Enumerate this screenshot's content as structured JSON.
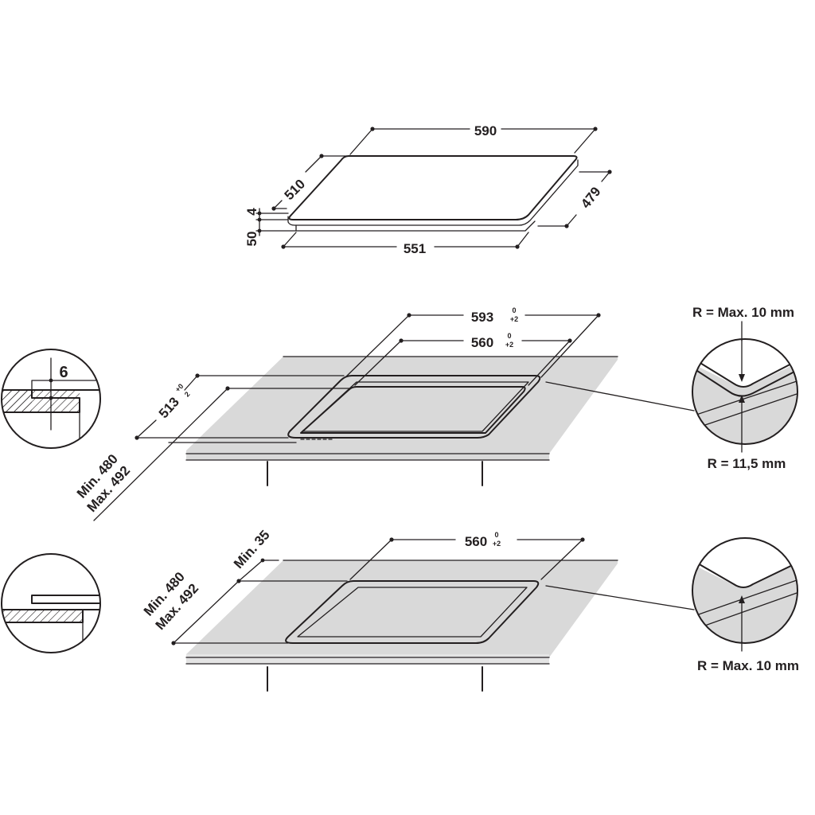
{
  "hob": {
    "width": "590",
    "depth": "510",
    "glass_thickness": "4",
    "total_height": "50",
    "base_width": "551",
    "base_depth": "479"
  },
  "flush_mount": {
    "outer_width": "593",
    "outer_width_tol_top": "0",
    "outer_width_tol_bottom": "+2",
    "inner_width": "560",
    "inner_width_tol_top": "0",
    "inner_width_tol_bottom": "+2",
    "outer_depth": "513",
    "outer_depth_tol_top": "+0",
    "outer_depth_tol_bottom": "2",
    "depth_min": "Min. 480",
    "depth_max": "Max. 492",
    "step_depth": "6",
    "corner_outer_radius": "R = Max. 10 mm",
    "corner_inner_radius": "R = 11,5 mm"
  },
  "standard_mount": {
    "width": "560",
    "width_tol_top": "0",
    "width_tol_bottom": "+2",
    "depth_min": "Min. 480",
    "depth_max": "Max. 492",
    "front_margin": "Min. 35",
    "corner_radius": "R = Max. 10 mm"
  }
}
